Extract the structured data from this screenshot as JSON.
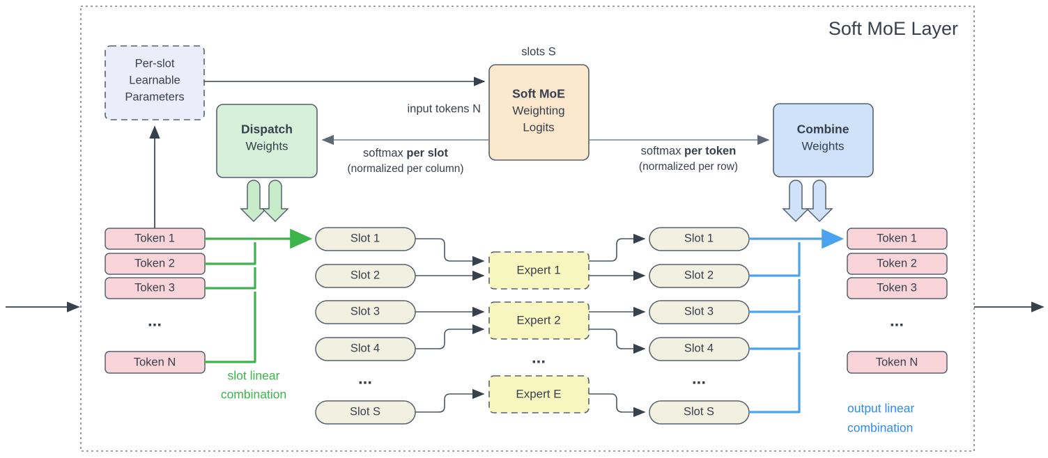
{
  "diagram": {
    "title": "Soft MoE Layer",
    "colors": {
      "outer_border": "#7a8496",
      "box_stroke": "#55606e",
      "text": "#38404d",
      "lavender_fill": "#ecedfb",
      "green_fill": "#d7f0d9",
      "peach_fill": "#fce8cd",
      "blue_fill": "#cfe2f9",
      "pink_fill": "#f9d4d9",
      "cream_fill": "#f2f0e1",
      "yellow_fill": "#f8f7bf",
      "green_line": "#3cb44a",
      "blue_line": "#4ba3ef",
      "dark_line": "#37404d",
      "gray_line": "#74818f"
    },
    "boxes": {
      "per_slot": {
        "line1": "Per-slot",
        "line2": "Learnable",
        "line3": "Parameters"
      },
      "dispatch": {
        "line1": "Dispatch",
        "line2": "Weights"
      },
      "logits": {
        "line1": "Soft MoE",
        "line2": "Weighting",
        "line3": "Logits"
      },
      "combine": {
        "line1": "Combine",
        "line2": "Weights"
      }
    },
    "annotations": {
      "slots_s": "slots S",
      "input_tokens": "input tokens N",
      "softmax_slot_bold": "per slot",
      "softmax_slot_prefix": "softmax ",
      "softmax_slot_sub": "(normalized per column)",
      "softmax_token_bold": "per token",
      "softmax_token_prefix": "softmax ",
      "softmax_token_sub": "(normalized per row)",
      "slot_linear_1": "slot linear",
      "slot_linear_2": "combination",
      "output_linear_1": "output linear",
      "output_linear_2": "combination",
      "ellipsis": "..."
    },
    "input_tokens_list": [
      "Token 1",
      "Token 2",
      "Token 3",
      "Token N"
    ],
    "output_tokens_list": [
      "Token 1",
      "Token 2",
      "Token 3",
      "Token N"
    ],
    "slots_left": [
      "Slot 1",
      "Slot 2",
      "Slot 3",
      "Slot 4",
      "Slot S"
    ],
    "slots_right": [
      "Slot 1",
      "Slot 2",
      "Slot 3",
      "Slot 4",
      "Slot S"
    ],
    "experts": [
      "Expert 1",
      "Expert 2",
      "Expert E"
    ]
  }
}
